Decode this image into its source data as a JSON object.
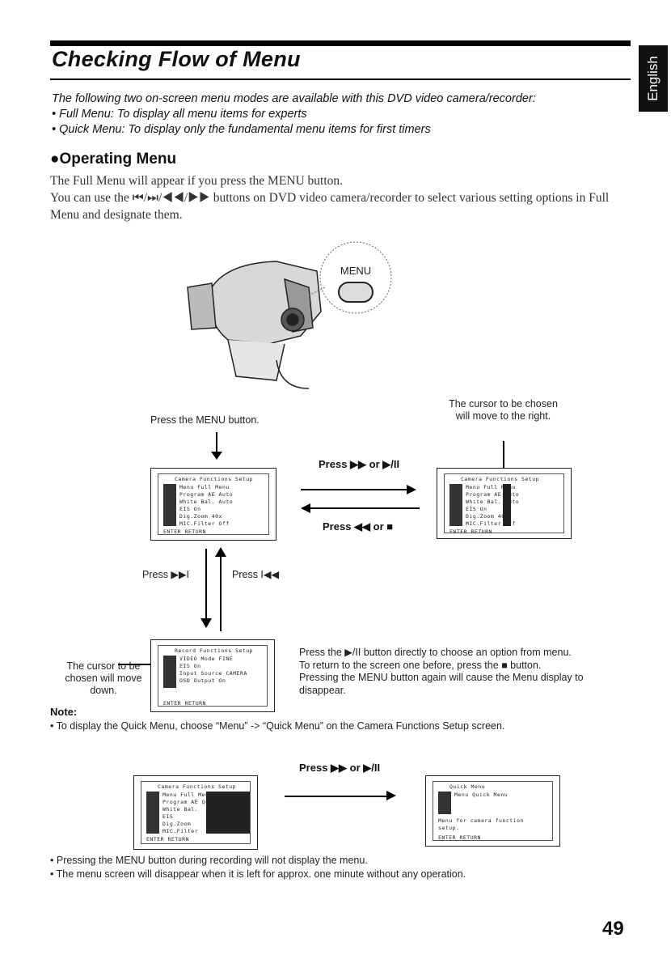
{
  "header": {
    "title": "Checking Flow of Menu",
    "side_tab": "English",
    "page_number": "49"
  },
  "intro": {
    "line1": "The following two on-screen menu modes are available with this DVD video camera/recorder:",
    "bullet1": "Full Menu: To display all menu items for experts",
    "bullet2": "Quick Menu: To display only the fundamental menu items for first timers"
  },
  "section": {
    "heading": "Operating Menu",
    "para1": "The Full Menu will appear if you press the MENU button.",
    "para2": "You can use the ⏮/⏭/◀◀/▶▶ buttons on DVD video camera/recorder to select various setting options in Full Menu and designate them."
  },
  "camera": {
    "menu_button_label": "MENU"
  },
  "flow": {
    "press_menu": "Press the MENU button.",
    "cursor_right": "The cursor to be chosen will move to the right.",
    "press_ff": "Press ▶▶ or ▶/II",
    "press_rew": "Press ◀◀ or ■",
    "press_next": "Press ▶▶I",
    "press_prev": "Press I◀◀",
    "cursor_down": "The cursor to be chosen will move down.",
    "explain1": "Press the ▶/II button directly to choose an option from menu.",
    "explain2": "To return to the screen one before, press the ■ button.",
    "explain3": "Pressing the MENU button again will cause the Menu display to disappear."
  },
  "screens": {
    "camera_setup": {
      "title": "Camera Functions Setup",
      "rows": [
        "Menu          Full Menu",
        "Program AE    Auto",
        "White Bal.    Auto",
        "EIS           On",
        "Dig.Zoom      40x",
        "MIC.Filter    Off"
      ],
      "footer": "ENTER  RETURN"
    },
    "record_setup": {
      "title": "Record Functions Setup",
      "rows": [
        "VIDEO Mode    FINE",
        "EIS           On",
        "Input Source  CAMERA",
        "OSD Output    On"
      ],
      "footer": "ENTER  RETURN"
    },
    "quick_select": {
      "title": "Camera Functions Setup",
      "rows": [
        "Menu          Full Menu",
        "Program AE    Quick Menu",
        "White Bal.",
        "EIS",
        "Dig.Zoom",
        "MIC.Filter"
      ],
      "footer": "ENTER  RETURN"
    },
    "quick_menu": {
      "title": "Quick Menu",
      "rows": [
        "Menu    Quick Menu",
        "",
        "",
        "Menu for camera function",
        "setup."
      ],
      "footer": "ENTER  RETURN"
    }
  },
  "note": {
    "label": "Note:",
    "line1": "To display the Quick Menu, choose “Menu” -> “Quick Menu” on the Camera Functions Setup screen.",
    "press_ff": "Press ▶▶ or ▶/II",
    "bullet1": "Pressing the MENU button during recording will not display the menu.",
    "bullet2": "The menu screen will disappear when it is left for approx. one minute without any operation."
  }
}
